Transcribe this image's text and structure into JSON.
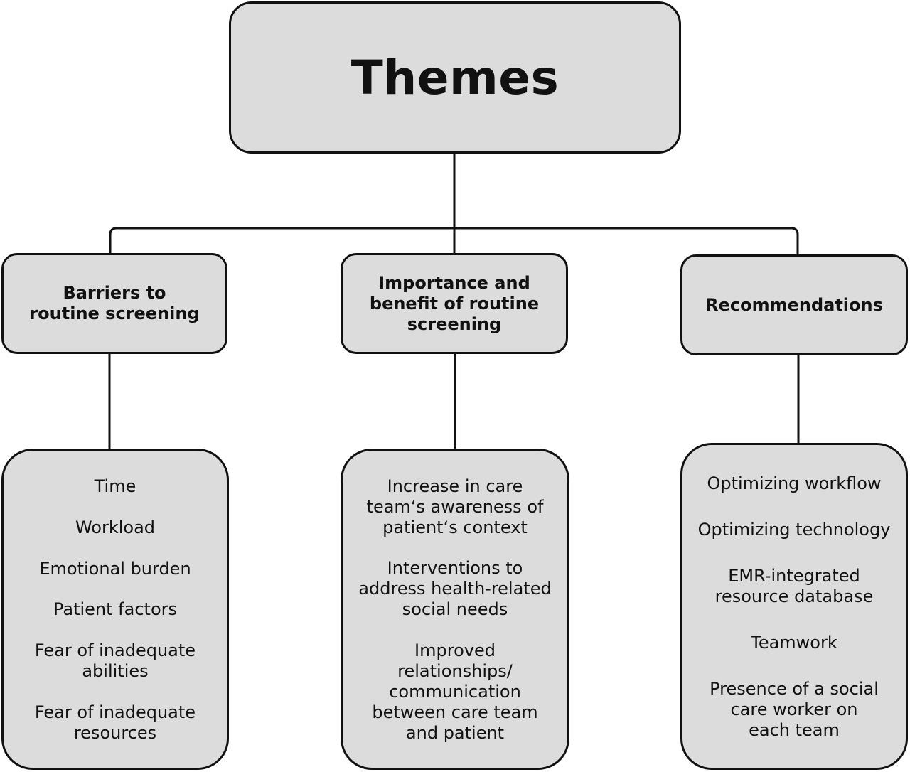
{
  "root": {
    "label": "Themes"
  },
  "themes": [
    {
      "label": "Barriers to\nroutine screening",
      "items": [
        "Time",
        "Workload",
        "Emotional burden",
        "Patient factors",
        "Fear of inadequate\nabilities",
        "Fear of inadequate\nresources"
      ]
    },
    {
      "label": "Importance and\nbenefit of routine\nscreening",
      "items": [
        "Increase in care\nteam‘s awareness of\npatient‘s context",
        "Interventions to\naddress health-related\nsocial needs",
        "Improved\nrelationships/\ncommunication\nbetween care team\nand patient"
      ]
    },
    {
      "label": "Recommendations",
      "items": [
        "Optimizing workflow",
        "Optimizing technology",
        "EMR-integrated\nresource database",
        "Teamwork",
        "Presence of a social\ncare worker on\neach team"
      ]
    }
  ]
}
